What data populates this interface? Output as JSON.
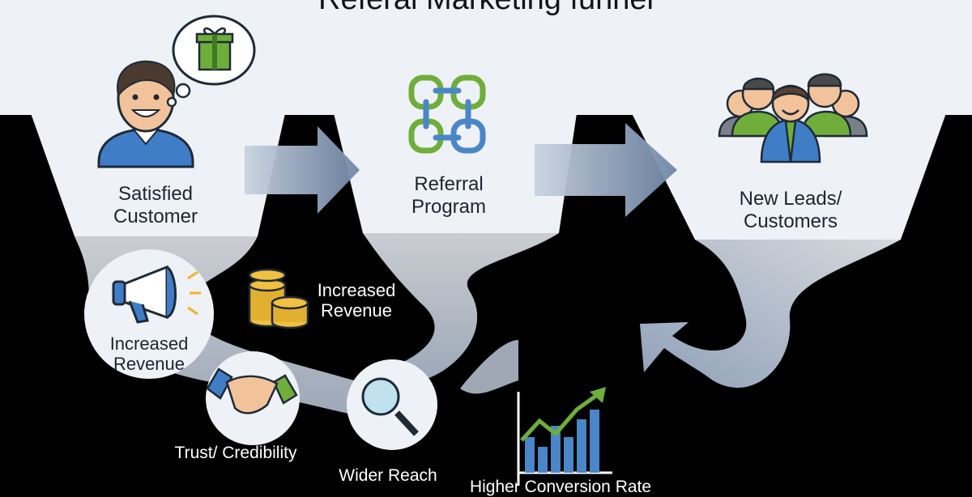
{
  "title": "Referal Marketing funnel",
  "stages": {
    "satisfied": "Satisfied Customer",
    "referral": "Referral Program",
    "leads": "New Leads/ Customers"
  },
  "benefits": {
    "revenue_top": "Increased Revenue",
    "revenue_left": "Increased Revenue",
    "trust": "Trust/ Credibility",
    "reach": "Wider Reach",
    "conversion": "Higher Conversion Rate"
  },
  "icons": {
    "customer": "smiling-person-icon",
    "gift": "gift-thought-bubble-icon",
    "chain": "chain-link-icon",
    "group": "people-group-icon",
    "megaphone": "megaphone-icon",
    "coins": "coin-stack-icon",
    "handshake": "handshake-icon",
    "magnifier": "magnifying-glass-icon",
    "growth": "growth-chart-icon"
  },
  "colors": {
    "background": "#000000",
    "panel": "#eef1f6",
    "accent_blue": "#4a86c8",
    "accent_green": "#6fae3a",
    "text": "#1f2430"
  }
}
